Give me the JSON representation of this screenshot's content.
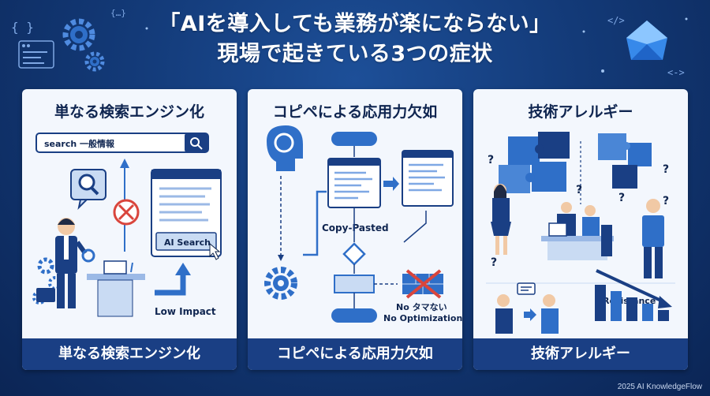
{
  "header": {
    "title_line1": "「AIを導入しても業務が楽にならない」",
    "title_line2": "現場で起きている3つの症状"
  },
  "panels": [
    {
      "title": "単なる検索エンジン化",
      "footer": "単なる検索エンジン化",
      "search_text": "search 一般情報",
      "ai_search_label": "AI Search",
      "impact_label": "Low Impact"
    },
    {
      "title": "コピペによる応用力欠如",
      "footer": "コピペによる応用力欠如",
      "copy_label": "Copy-Pasted",
      "no_label_1": "No タマない",
      "no_label_2": "No Optimization"
    },
    {
      "title": "技術アレルギー",
      "footer": "技術アレルギー",
      "resistance_label": "Resistance"
    }
  ],
  "footer": {
    "copyright": "2025 AI KnowledgeFlow"
  },
  "colors": {
    "navy": "#1a3f84",
    "blue": "#2f6fc8",
    "light_blue": "#c9dbf3",
    "red": "#d9453c",
    "background": "#133a78"
  },
  "icons": [
    "gear-icon",
    "code-window-icon",
    "crystal-icon",
    "magnifier-icon",
    "ai-head-icon",
    "brick-wall-icon",
    "puzzle-icon",
    "down-trend-chart-icon"
  ]
}
